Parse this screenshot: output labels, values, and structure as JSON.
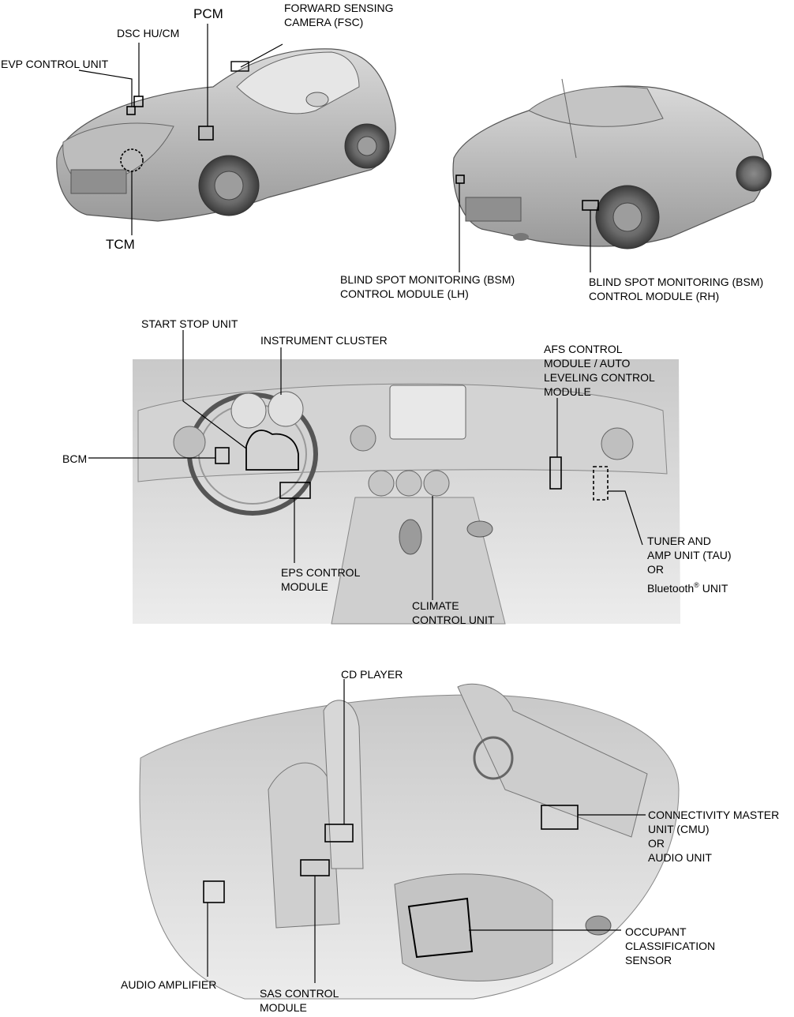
{
  "labels": {
    "pcm": "PCM",
    "fsc": "FORWARD SENSING\nCAMERA (FSC)",
    "dsc": "DSC HU/CM",
    "evp": "EVP CONTROL UNIT",
    "tcm": "TCM",
    "bsm_lh": "BLIND SPOT MONITORING (BSM)\nCONTROL MODULE (LH)",
    "bsm_rh": "BLIND SPOT MONITORING (BSM)\nCONTROL MODULE (RH)",
    "start_stop": "START STOP UNIT",
    "instrument": "INSTRUMENT CLUSTER",
    "afs": "AFS CONTROL\nMODULE / AUTO\nLEVELING CONTROL\nMODULE",
    "bcm": "BCM",
    "tau": "TUNER AND\nAMP UNIT (TAU)\nOR",
    "bt_pre": "Bluetooth",
    "bt_reg": "®",
    "bt_post": " UNIT",
    "eps": "EPS CONTROL\nMODULE",
    "climate": "CLIMATE\nCONTROL UNIT",
    "cd": "CD PLAYER",
    "cmu": "CONNECTIVITY MASTER\nUNIT (CMU)\nOR\nAUDIO UNIT",
    "ocs": "OCCUPANT\nCLASSIFICATION\nSENSOR",
    "amp": "AUDIO AMPLIFIER",
    "sas": "SAS CONTROL\nMODULE"
  }
}
